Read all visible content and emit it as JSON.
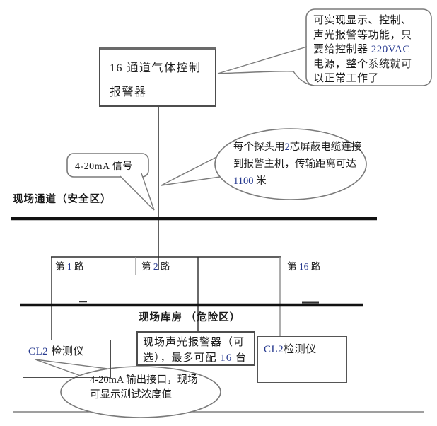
{
  "palette": {
    "navy": "#26398f",
    "ink": "#1c1c1c",
    "shape_stroke": "#7a7a7a",
    "box_stroke": "#4d4d4d"
  },
  "controller_box": {
    "lines": [
      [
        {
          "t": "16 通道气体控制"
        }
      ],
      [
        {
          "t": "报警器"
        }
      ]
    ]
  },
  "system_note": {
    "lines": [
      [
        {
          "t": "可实现显示、控制、"
        }
      ],
      [
        {
          "t": "声光报警等功能，只"
        }
      ],
      [
        {
          "t": "要给控制器 "
        },
        {
          "t": "220VAC",
          "navy": true
        }
      ],
      [
        {
          "t": "电源，整个系统就可"
        }
      ],
      [
        {
          "t": "以正常工作了"
        }
      ]
    ]
  },
  "signal_callout": {
    "text": "4-20mA 信号"
  },
  "cable_note": {
    "lines": [
      [
        {
          "t": "每个探头用"
        },
        {
          "t": "2",
          "navy": true
        },
        {
          "t": "芯屏蔽电缆连接"
        }
      ],
      [
        {
          "t": "到报警主机，传输距离可达"
        }
      ],
      [
        {
          "t": "1100",
          "navy": true
        },
        {
          "t": " 米"
        }
      ]
    ]
  },
  "zone_safe": {
    "label": "现场通道（安全区）"
  },
  "zone_danger": {
    "label": "现场库房 （危险区）"
  },
  "channels": [
    {
      "segments": [
        {
          "t": "第 "
        },
        {
          "t": "1",
          "navy": true
        },
        {
          "t": " 路"
        }
      ]
    },
    {
      "segments": [
        {
          "t": "第 "
        },
        {
          "t": "2",
          "navy": true
        },
        {
          "t": " 路"
        }
      ]
    },
    {
      "segments": [
        {
          "t": "第 "
        },
        {
          "t": "16",
          "navy": true
        },
        {
          "t": " 路"
        }
      ]
    }
  ],
  "detector_left": {
    "segments": [
      {
        "t": "CL2",
        "navy": true
      },
      {
        "t": " 检测仪"
      }
    ]
  },
  "detector_right": {
    "segments": [
      {
        "t": "CL2",
        "navy": true
      },
      {
        "t": "检测仪"
      }
    ]
  },
  "sounder_box": {
    "lines": [
      [
        {
          "t": "现场声光报警器（可"
        }
      ],
      [
        {
          "t": "选），最多可配 "
        },
        {
          "t": "16",
          "navy": true
        },
        {
          "t": " 台"
        }
      ]
    ]
  },
  "output_note": {
    "lines": [
      [
        {
          "t": "4-20mA 输出接口，现场"
        }
      ],
      [
        {
          "t": "可显示测试浓度值"
        }
      ]
    ]
  }
}
